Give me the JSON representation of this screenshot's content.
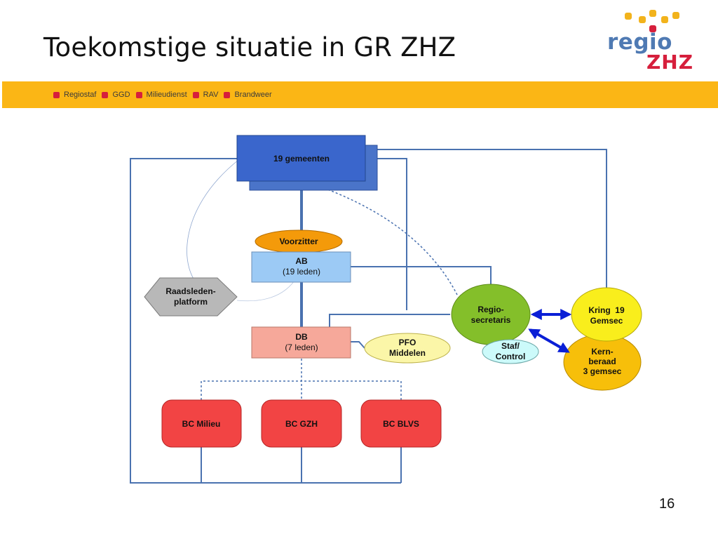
{
  "slide": {
    "title": "Toekomstige situatie in GR ZHZ",
    "page_number": "16"
  },
  "logo": {
    "word1": "regio",
    "word2": "ZHZ",
    "dot_colors": [
      "#f2b31c",
      "#d61f3c"
    ]
  },
  "nav": {
    "items": [
      "Regiostaf",
      "GGD",
      "Milieudienst",
      "RAV",
      "Brandweer"
    ]
  },
  "diagram": {
    "gemeenten": "19 gemeenten",
    "voorzitter": "Voorzitter",
    "ab": {
      "line1": "AB",
      "line2": "(19 leden)"
    },
    "db": {
      "line1": "DB",
      "line2": "(7 leden)"
    },
    "raadsleden": {
      "line1": "Raadsleden-",
      "line2": "platform"
    },
    "pfo": {
      "line1": "PFO",
      "line2": "Middelen"
    },
    "regio": {
      "line1": "Regio-",
      "line2": "secretaris"
    },
    "kring": {
      "line1": "Kring  19",
      "line2": "Gemsec"
    },
    "staf": {
      "line1": "Staf/",
      "line2": "Control"
    },
    "kern": {
      "line1": "Kern-",
      "line2": "beraad",
      "line3": "3 gemsec"
    },
    "bc": [
      "BC Milieu",
      "BC GZH",
      "BC BLVS"
    ]
  },
  "colors": {
    "band": "#fbb615",
    "line": "#4a72b0",
    "gemeenten": "#3a66cc",
    "ab": "#9ccaf5",
    "db": "#f6a89a",
    "bc": "#f24444",
    "regio": "#84bf2a",
    "kring": "#f9ee1c",
    "kern": "#f7bf0a",
    "voorzitter": "#f49a0a",
    "arrow": "#0a1fd6"
  }
}
